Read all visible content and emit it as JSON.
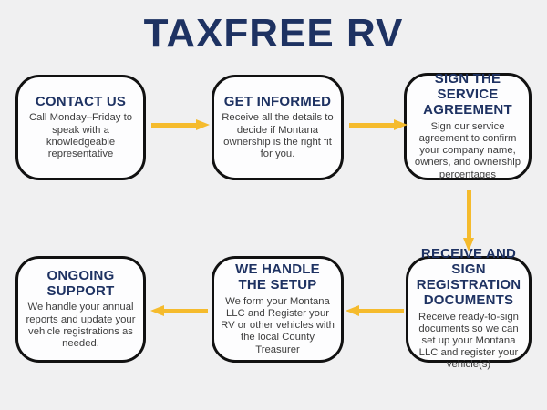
{
  "title": "TAXFREE RV",
  "colors": {
    "background": "#F0F0F1",
    "heading": "#1E3262",
    "body_text": "#3E3E3E",
    "box_border": "#111111",
    "box_fill": "#FDFDFE",
    "arrow": "#F5BB2D"
  },
  "steps": [
    {
      "id": "contact-us",
      "heading": "CONTACT US",
      "body": "Call Monday–Friday to speak with a knowledgeable representative"
    },
    {
      "id": "get-informed",
      "heading": "GET INFORMED",
      "body": "Receive all the details to decide if Montana ownership is the right fit for you."
    },
    {
      "id": "sign-service-agreement",
      "heading": "SIGN THE SERVICE AGREEMENT",
      "body": "Sign our service agreement to confirm your company name, owners, and ownership percentages"
    },
    {
      "id": "receive-sign-registration-documents",
      "heading": "RECEIVE AND SIGN REGISTRATION DOCUMENTS",
      "body": "Receive ready-to-sign documents so we can set up your Montana LLC and register your vehicle(s)"
    },
    {
      "id": "we-handle-setup",
      "heading": "WE HANDLE THE SETUP",
      "body": "We form your Montana LLC and Register your RV or other vehicles with the local County Treasurer"
    },
    {
      "id": "ongoing-support",
      "heading": "ONGOING SUPPORT",
      "body": "We handle your annual reports and update your vehicle registrations as needed."
    }
  ],
  "arrows": [
    {
      "icon": "arrow-right-icon",
      "from": "contact-us",
      "to": "get-informed"
    },
    {
      "icon": "arrow-right-icon",
      "from": "get-informed",
      "to": "sign-service-agreement"
    },
    {
      "icon": "arrow-down-icon",
      "from": "sign-service-agreement",
      "to": "receive-sign-registration-documents"
    },
    {
      "icon": "arrow-left-icon",
      "from": "receive-sign-registration-documents",
      "to": "we-handle-setup"
    },
    {
      "icon": "arrow-left-icon",
      "from": "we-handle-setup",
      "to": "ongoing-support"
    }
  ]
}
